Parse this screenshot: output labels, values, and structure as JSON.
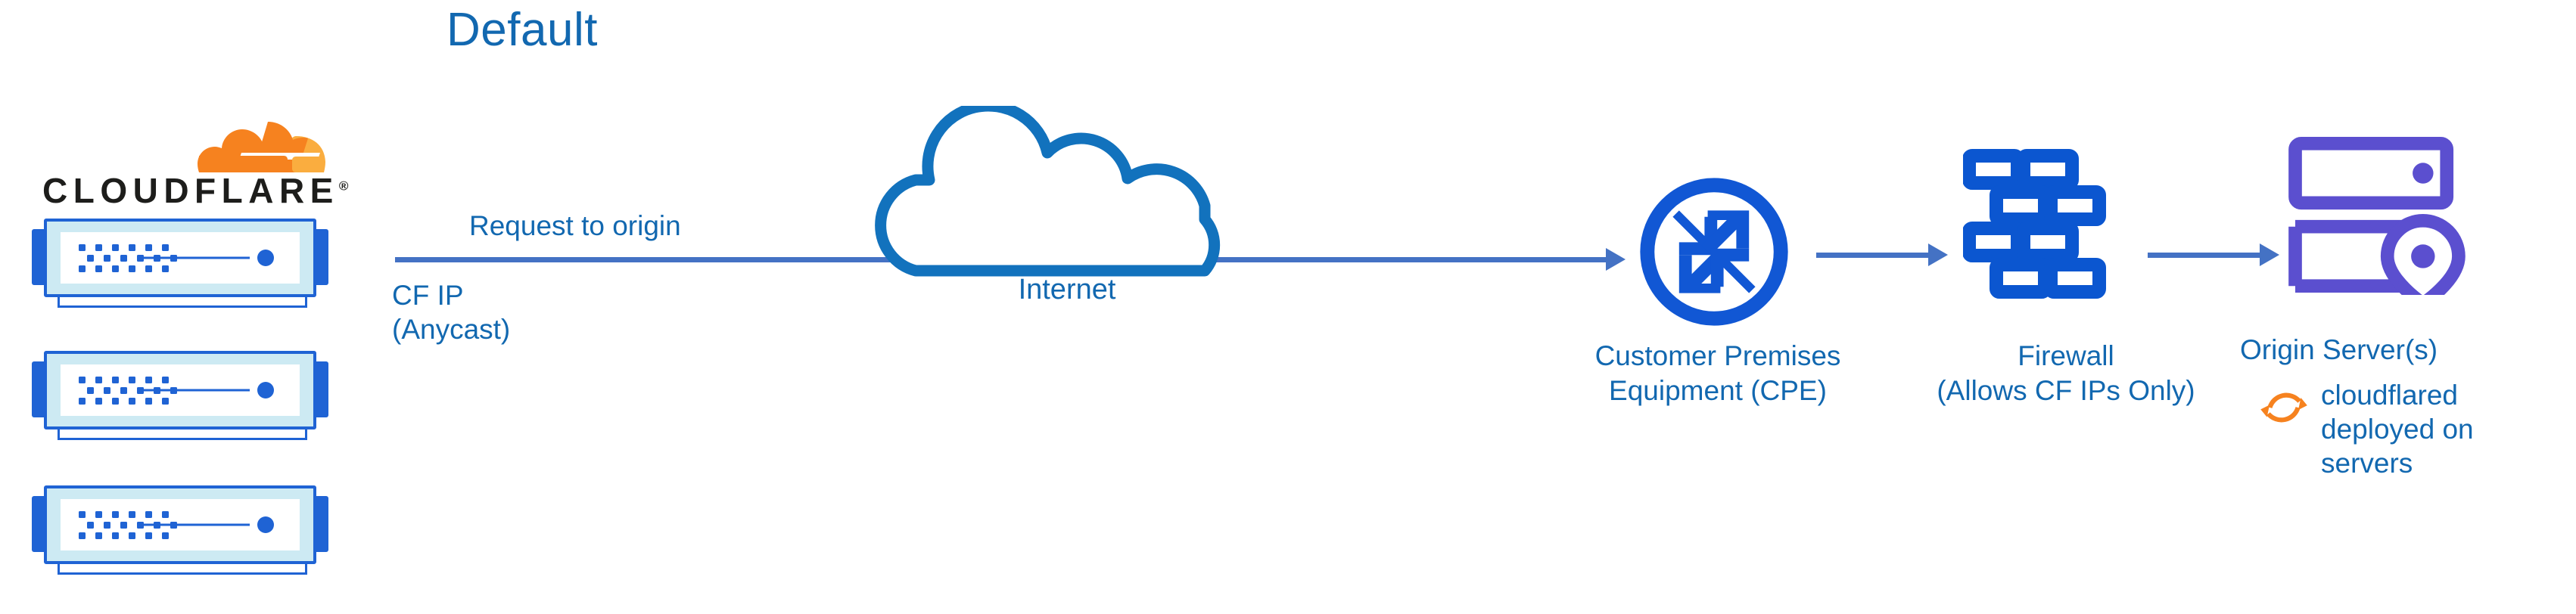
{
  "diagram": {
    "title": "Default",
    "colors": {
      "title_blue": "#1268b0",
      "label_blue": "#1268b0",
      "arrow_blue": "#4472c4",
      "icon_blue": "#1f63d4",
      "cloud_blue": "#1272bd",
      "origin_purple": "#5b4fcf",
      "cloudflare_orange": "#f6821f",
      "cloudflare_orange_light": "#faad3f",
      "wordmark_black": "#1d1d1b",
      "server_fill": "#cdeaf3",
      "background": "#ffffff"
    }
  },
  "cloudflare_brand": {
    "wordmark": "CLOUDFLARE",
    "registered_mark": "®",
    "logo_icon_name": "cloudflare-cloud-logo"
  },
  "server_stack": {
    "icon_name": "server-appliance-icon",
    "count": 3,
    "label_lines": [
      "CF IP",
      "(Anycast)"
    ]
  },
  "edges": [
    {
      "label": "Request to origin",
      "from": "cloudflare-edge",
      "to": "customer-premises-equipment"
    },
    {
      "label": "",
      "from": "customer-premises-equipment",
      "to": "firewall"
    },
    {
      "label": "",
      "from": "firewall",
      "to": "origin-server"
    }
  ],
  "nodes": {
    "internet": {
      "label": "Internet",
      "icon_name": "cloud-outline-icon"
    },
    "cpe": {
      "label_lines": [
        "Customer Premises",
        "Equipment (CPE)"
      ],
      "icon_name": "router-four-arrows-icon"
    },
    "firewall": {
      "label_lines": [
        "Firewall",
        "(Allows CF IPs Only)"
      ],
      "icon_name": "brick-wall-firewall-icon"
    },
    "origin": {
      "label_lines": [
        "Origin Server(s)"
      ],
      "icon_name": "server-rack-location-pin-icon"
    }
  },
  "annotations": {
    "cloudflared": {
      "icon_name": "sync-circular-arrows-icon",
      "text_lines": [
        "cloudflared",
        "deployed on",
        "servers"
      ],
      "text_full": "cloudflared deployed on servers"
    }
  }
}
